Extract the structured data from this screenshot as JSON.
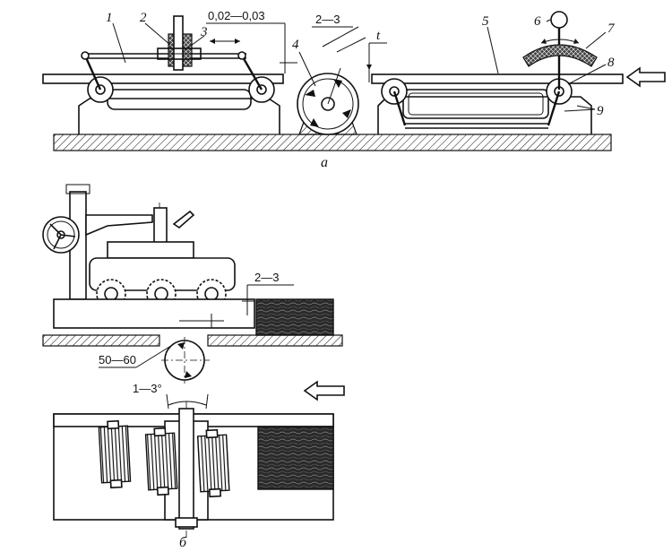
{
  "figure": {
    "part_labels": [
      "1",
      "2",
      "3",
      "4",
      "5",
      "6",
      "7",
      "8",
      "9"
    ],
    "dims": {
      "gap_top": "0,02—0,03",
      "disc_offset": "2—3",
      "t": "t",
      "b_gap": "2—3",
      "b_offset": "50—60",
      "b_angle": "1—3°"
    },
    "captions": {
      "a": "а",
      "b": "б"
    }
  }
}
